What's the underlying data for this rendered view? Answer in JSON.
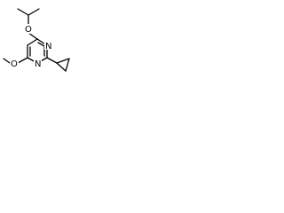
{
  "molecule": {
    "atom_labels": {
      "oxygen_top": "O",
      "oxygen_left": "O",
      "nitrogen_right": "N",
      "nitrogen_bottom": "N"
    }
  },
  "colors": {
    "bond": "#000000",
    "label": "#000000",
    "background": "#ffffff"
  }
}
